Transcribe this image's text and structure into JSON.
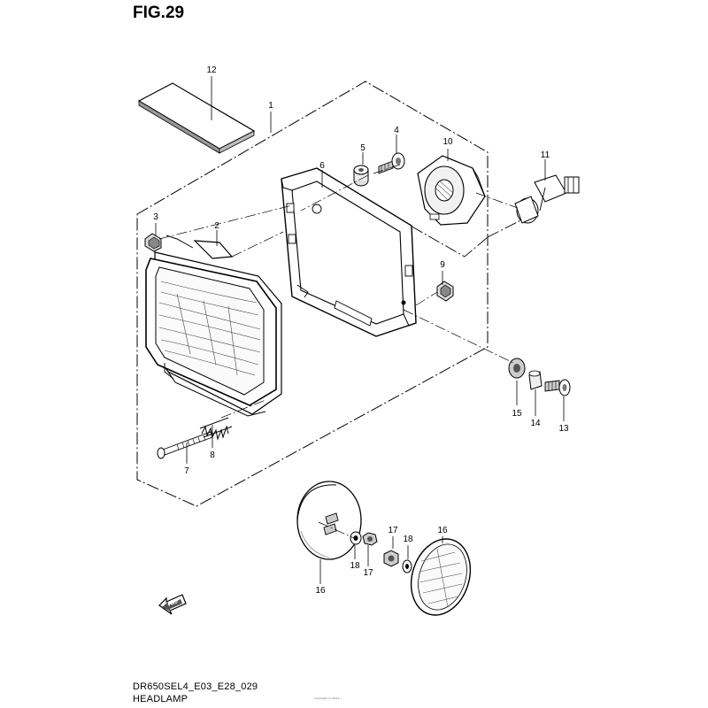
{
  "figure": {
    "title": "FIG.29"
  },
  "callouts": {
    "c1": "1",
    "c2": "2",
    "c3": "3",
    "c4": "4",
    "c5": "5",
    "c6": "6",
    "c7": "7",
    "c8": "8",
    "c9": "9",
    "c10": "10",
    "c11": "11",
    "c12": "12",
    "c13": "13",
    "c14": "14",
    "c15": "15",
    "c16a": "16",
    "c16b": "16",
    "c17a": "17",
    "c17b": "17",
    "c18a": "18",
    "c18b": "18"
  },
  "fwd_label": "FWD",
  "footer": {
    "model_code": "DR650SEL4_E03_E28_029",
    "caption": "HEADLAMP",
    "copyright": "Copyright (c) 2014 ..."
  }
}
